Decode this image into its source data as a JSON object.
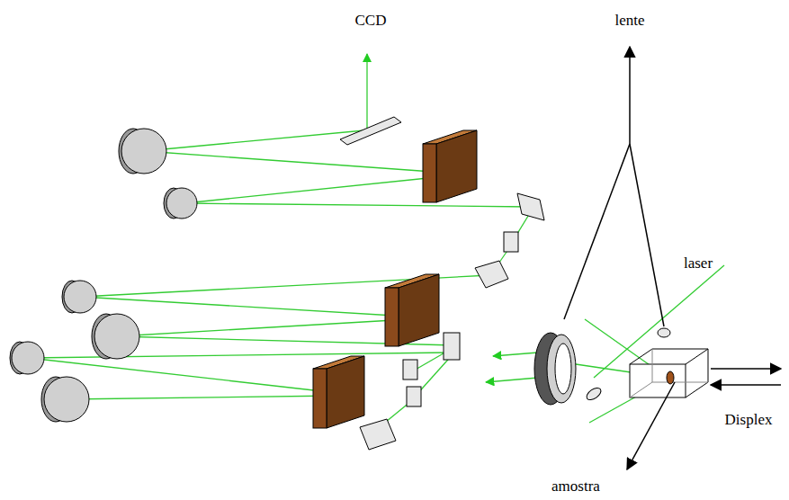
{
  "diagram": {
    "labels": [
      "CCD",
      "lente",
      "laser",
      "Displex",
      "amostra"
    ]
  }
}
